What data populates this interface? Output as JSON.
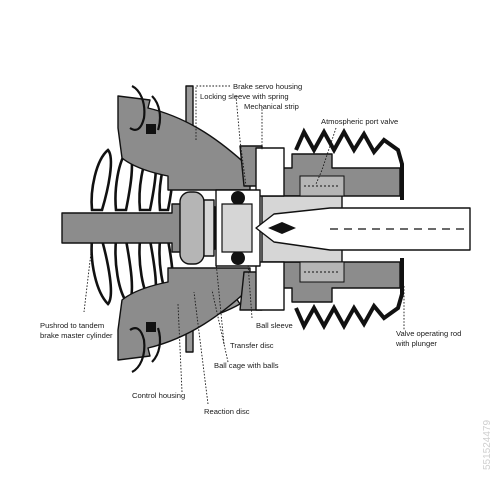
{
  "diagram": {
    "labels": {
      "brake_servo_housing": "Brake servo housing",
      "locking_sleeve": "Locking sleeve with spring",
      "mechanical_strip": "Mechanical strip",
      "atmospheric_port_valve": "Atmospheric port valve",
      "pushrod_line1": "Pushrod to tandem",
      "pushrod_line2": "brake master cylinder",
      "ball_sleeve": "Ball sleeve",
      "transfer_disc": "Transfer disc",
      "ball_cage": "Ball cage with balls",
      "control_housing": "Control housing",
      "reaction_disc": "Reaction disc",
      "valve_rod_line1": "Valve operating rod",
      "valve_rod_line2": "with plunger"
    },
    "colors": {
      "ink": "#111111",
      "housing_gray": "#8c8c8c",
      "mid_gray": "#b5b5b5",
      "light_gray": "#d6d6d6",
      "paper": "#ffffff"
    }
  },
  "watermark": {
    "stock_id": "551524479"
  }
}
